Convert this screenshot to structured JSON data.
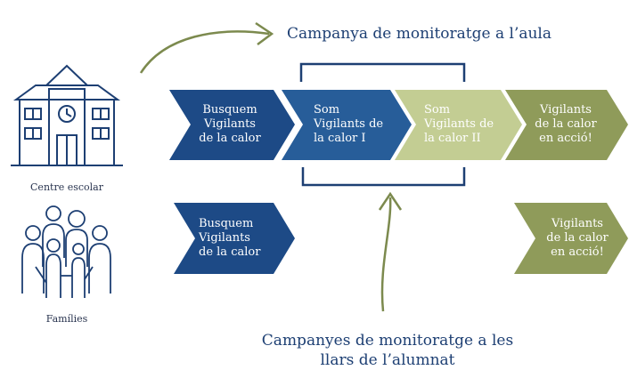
{
  "campaign_top": "Campanya de monitoratge a l’aula",
  "campaign_bottom_line1": "Campanyes de monitoratge a les",
  "campaign_bottom_line2": "llars de l’alumnat",
  "actors": {
    "school": "Centre escolar",
    "families": "Famílies"
  },
  "school_row": [
    {
      "l1": "Busquem",
      "l2": "Vigilants",
      "l3": "de la calor",
      "l4": ""
    },
    {
      "l1": "Som",
      "l2": "Vigilants de",
      "l3": "la calor I",
      "l4": ""
    },
    {
      "l1": "Som",
      "l2": "Vigilants de",
      "l3": "la calor II",
      "l4": ""
    },
    {
      "l1": "Vigilants",
      "l2": "de la calor",
      "l3": "en acció!",
      "l4": ""
    }
  ],
  "family_row": [
    {
      "l1": "Busquem",
      "l2": "Vigilants",
      "l3": "de la calor"
    },
    {
      "l1": "Vigilants",
      "l2": "de la calor",
      "l3": "en acció!"
    }
  ],
  "colors": {
    "dark_blue": "#1d4a86",
    "mid_blue": "#275d99",
    "light_green": "#c3cd93",
    "olive": "#8f9b5a",
    "outline": "#1d3f73",
    "arrow": "#7c8a4e"
  }
}
